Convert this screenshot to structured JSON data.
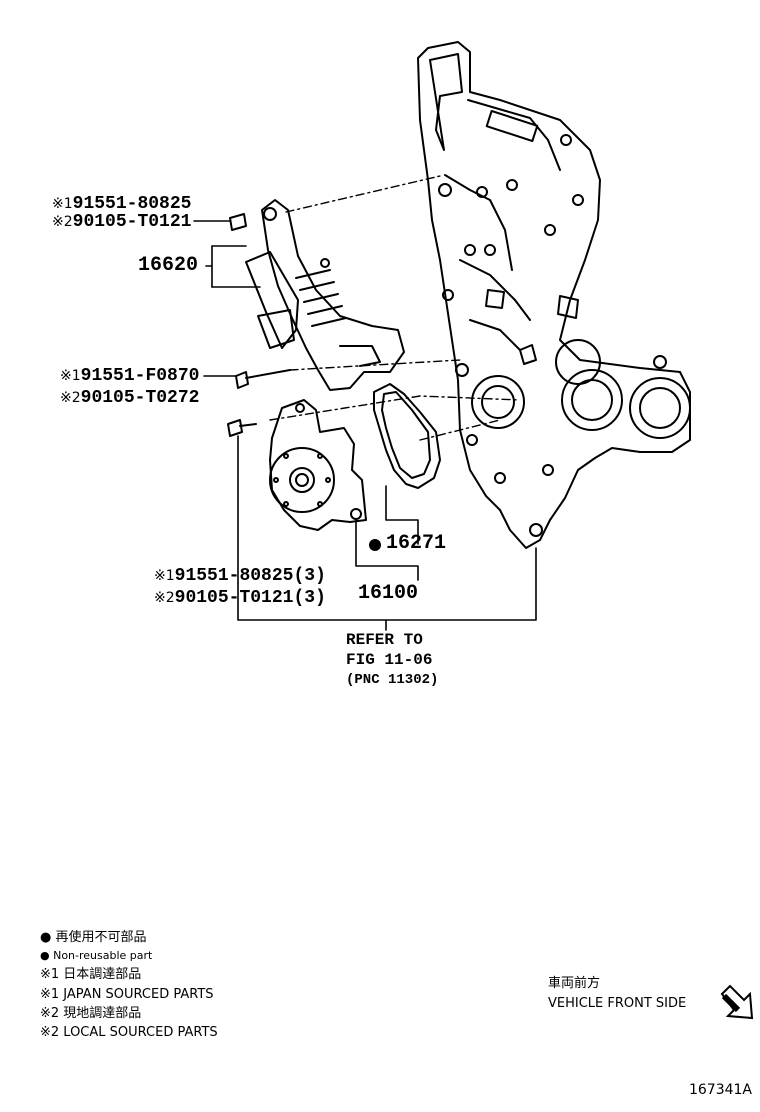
{
  "callouts": {
    "tensioner_bolt_1": {
      "mark": "※1",
      "part": "91551-80825"
    },
    "tensioner_bolt_2": {
      "mark": "※2",
      "part": "90105-T0121"
    },
    "tensioner": "16620",
    "stud_1": {
      "mark": "※1",
      "part": "91551-F0870"
    },
    "stud_2": {
      "mark": "※2",
      "part": "90105-T0272"
    },
    "gasket": "16271",
    "pump_bolt_1": {
      "mark": "※1",
      "part": "91551-80825(3)"
    },
    "pump_bolt_2": {
      "mark": "※2",
      "part": "90105-T0121(3)"
    },
    "water_pump": "16100"
  },
  "refer": {
    "line1": "REFER TO",
    "line2": "FIG 11-06",
    "line3": "(PNC 11302)"
  },
  "legend": {
    "nonreusable_jp": "● 再使用不可部品",
    "nonreusable_en": "● Non-reusable part",
    "japan_jp": "※1 日本調達部品",
    "japan_en": "※1 JAPAN SOURCED PARTS",
    "local_jp": "※2 現地調達部品",
    "local_en": "※2 LOCAL SOURCED PARTS"
  },
  "front": {
    "jp": "車両前方",
    "en": "VEHICLE FRONT SIDE"
  },
  "figure_number": "167341A"
}
